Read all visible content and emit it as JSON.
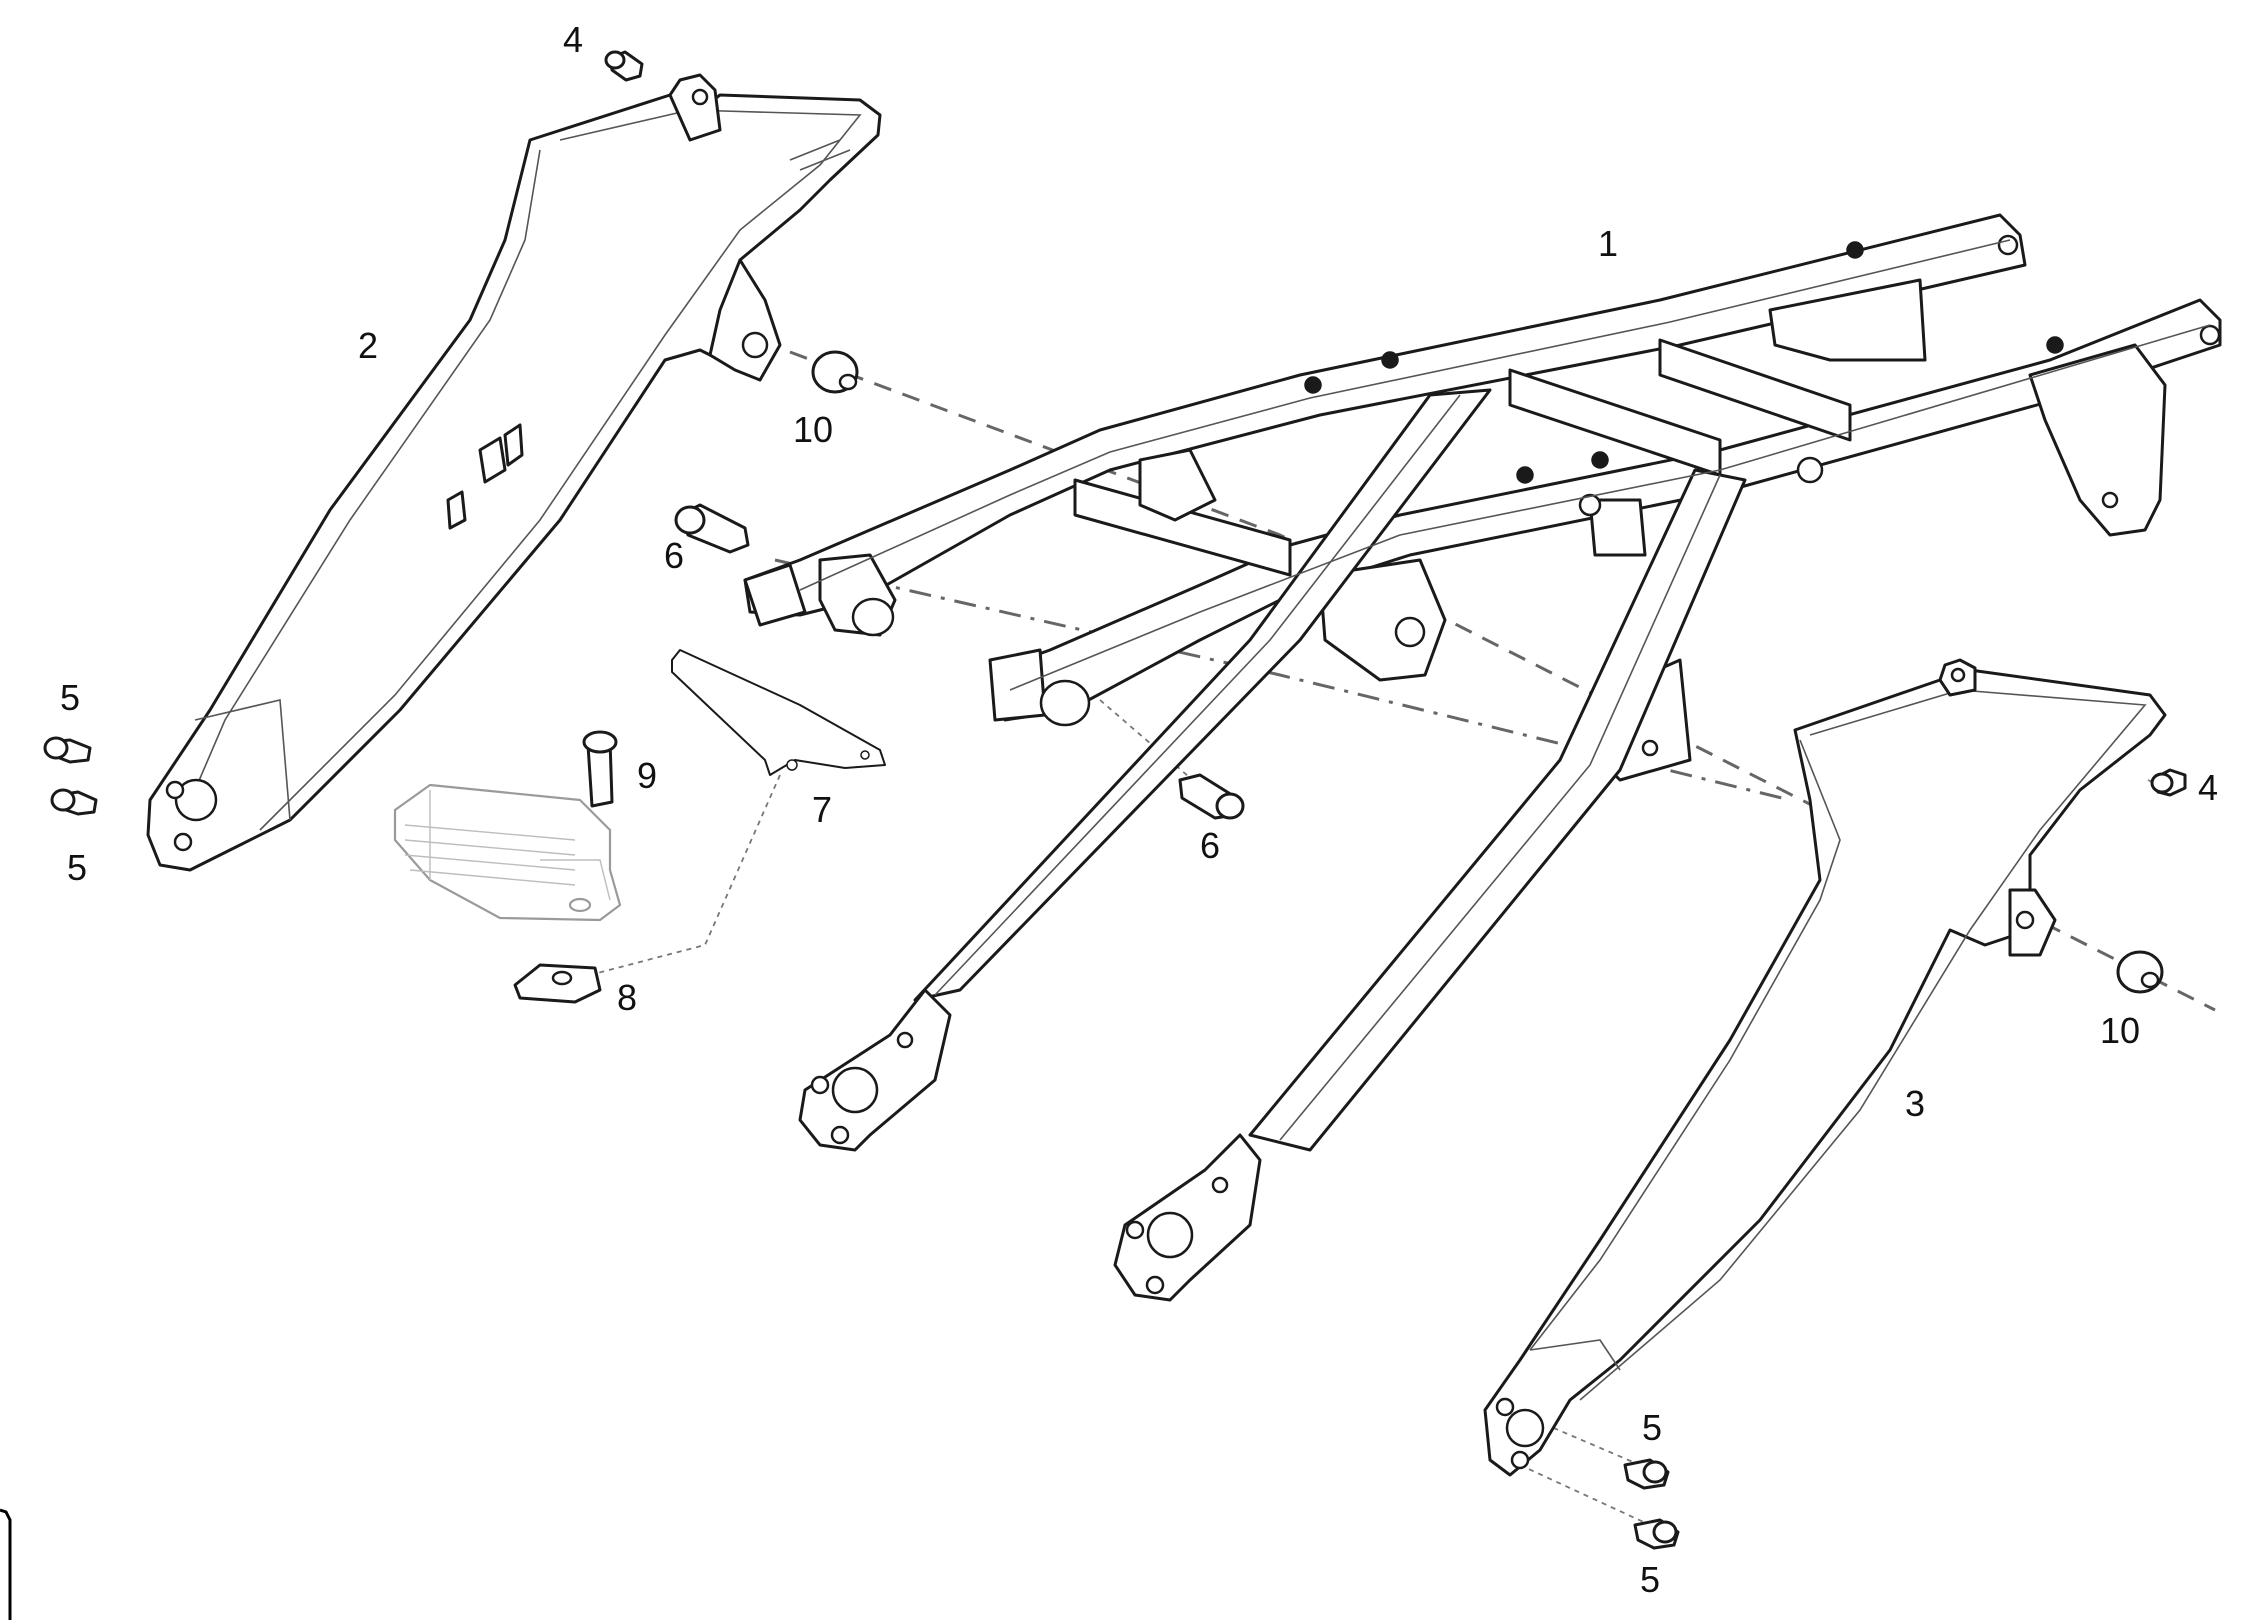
{
  "diagram": {
    "callouts": [
      {
        "id": "label-1",
        "text": "1"
      },
      {
        "id": "label-2",
        "text": "2"
      },
      {
        "id": "label-3",
        "text": "3"
      },
      {
        "id": "label-4-top",
        "text": "4"
      },
      {
        "id": "label-4-right",
        "text": "4"
      },
      {
        "id": "label-5-left-top",
        "text": "5"
      },
      {
        "id": "label-5-left-bottom",
        "text": "5"
      },
      {
        "id": "label-5-right-top",
        "text": "5"
      },
      {
        "id": "label-5-right-bottom",
        "text": "5"
      },
      {
        "id": "label-6-top",
        "text": "6"
      },
      {
        "id": "label-6-bottom",
        "text": "6"
      },
      {
        "id": "label-7",
        "text": "7"
      },
      {
        "id": "label-8",
        "text": "8"
      },
      {
        "id": "label-9",
        "text": "9"
      },
      {
        "id": "label-10-top",
        "text": "10"
      },
      {
        "id": "label-10-right",
        "text": "10"
      }
    ]
  }
}
